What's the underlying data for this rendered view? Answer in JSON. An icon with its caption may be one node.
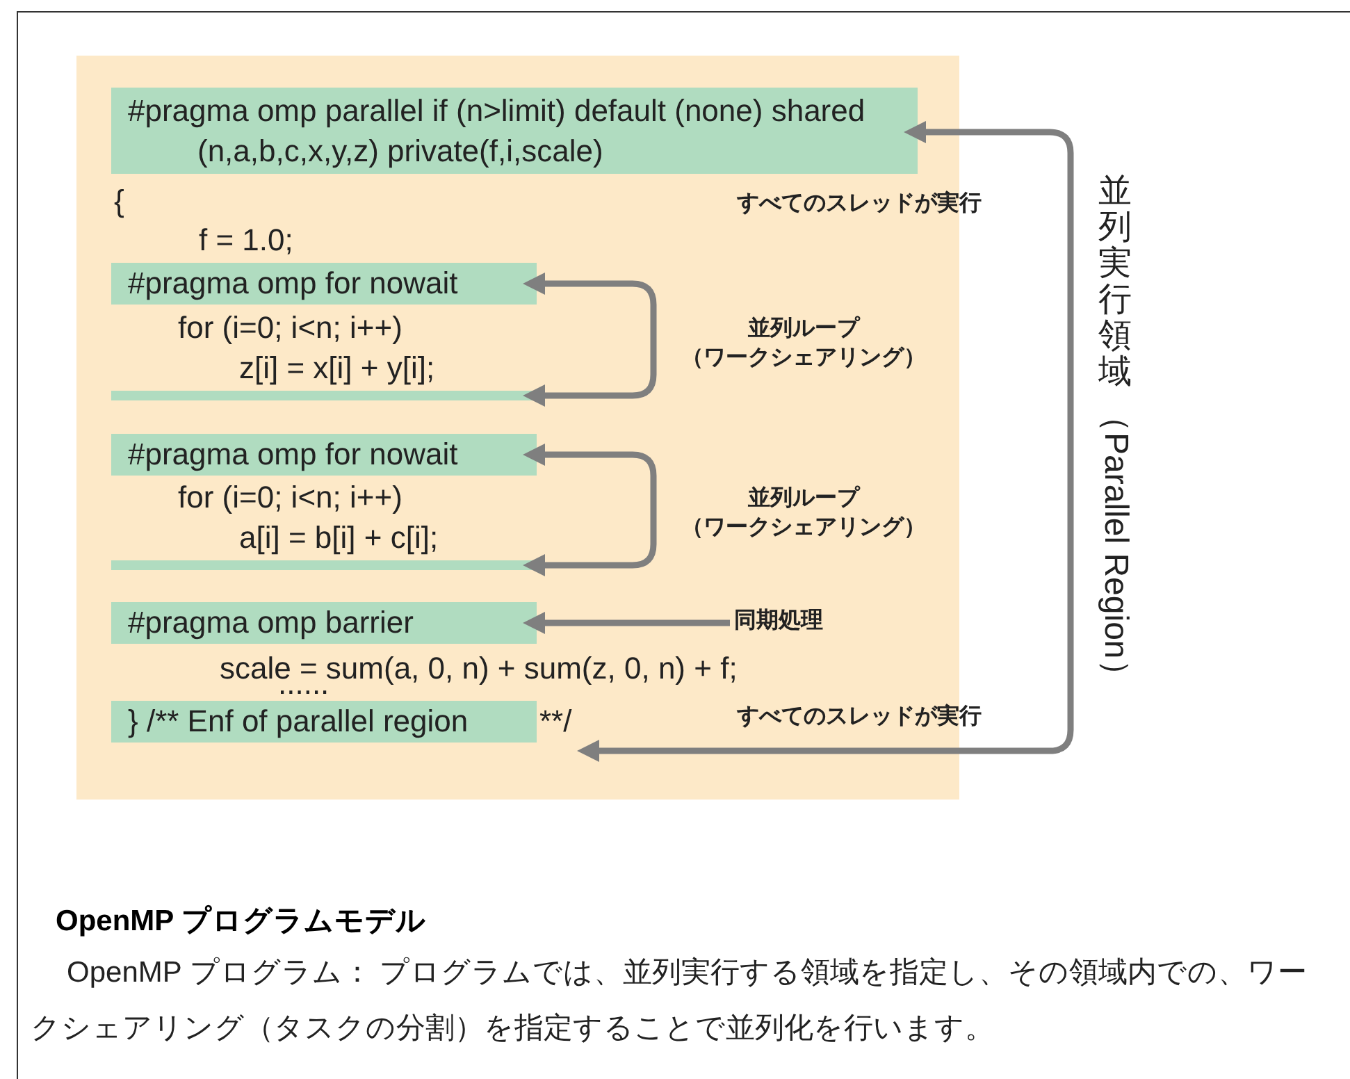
{
  "diagram": {
    "title": "OpenMP プログラムモデル",
    "caption": "OpenMP プログラム： プログラムでは、並列実行する領域を指定し、その領域内での、ワークシェアリング（タスクの分割）を指定することで並列化を行います。",
    "nodes": [
      {
        "text": [],
        "shape": "box"
      },
      {
        "text": [
          "#pragma omp parallel if (n>limit) default (none) shared (n,a,b,c,x,y,z) private(f,i,scale)"
        ],
        "in": 0
      },
      {
        "text": [
          "#pragma omp for nowait"
        ],
        "in": 0
      },
      {
        "text": [],
        "shape": "bar",
        "in": 0
      },
      {
        "text": [
          "#pragma omp for nowait"
        ],
        "in": 0
      },
      {
        "text": [],
        "shape": "bar",
        "in": 0
      },
      {
        "text": [
          "#pragma omp barrier"
        ],
        "in": 0
      },
      {
        "text": [
          "} /** Enf of parallel region"
        ],
        "beside": [
          "**/"
        ],
        "in": 0
      },
      {
        "text": [
          "同期処理"
        ],
        "in": 0
      }
    ],
    "edges": [
      {
        "from": 2,
        "to": 3,
        "arrow": "both",
        "label": "並列ループ（ワークシェアリング）"
      },
      {
        "from": 4,
        "to": 5,
        "arrow": "both",
        "label": "並列ループ（ワークシェアリング）"
      },
      {
        "from": 8,
        "to": 6,
        "arrow": "to"
      },
      {
        "from": 1,
        "to": 7,
        "arrow": "both",
        "label": "並列実行領域（Parallel Region）"
      }
    ],
    "labels": [
      "{",
      "すべてのスレッドが実行",
      "f = 1.0;",
      "for (i=0; i<n; i++)",
      "z[i] = x[i] + y[i];",
      "for (i=0; i<n; i++)",
      "a[i] = b[i] + c[i];",
      "scale = sum(a, 0, n) + sum(z, 0, n) + f;",
      "......",
      "すべてのスレッドが実行"
    ]
  }
}
